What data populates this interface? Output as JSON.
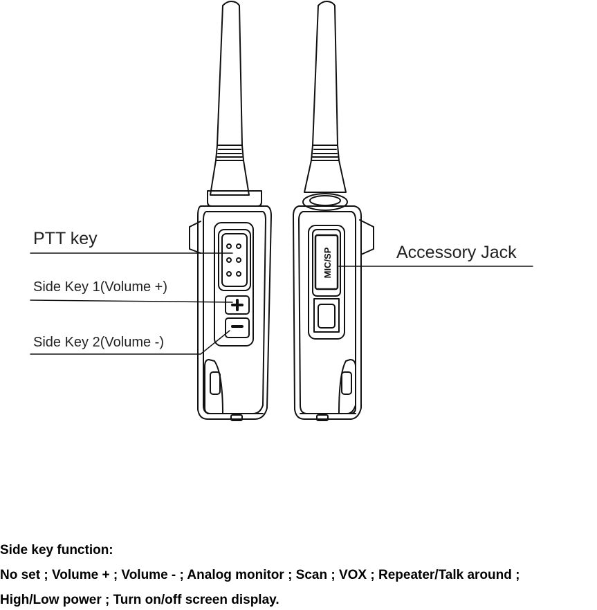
{
  "figure": {
    "labels": {
      "ptt_key": "PTT key",
      "side_key_1": "Side Key 1(Volume +)",
      "side_key_2": "Side Key 2(Volume -)",
      "accessory_jack": "Accessory Jack",
      "mic_sp": "MIC/SP"
    }
  },
  "caption": {
    "heading": "Side key function:",
    "line1": "No set ; Volume + ; Volume - ; Analog monitor ; Scan ; VOX ; Repeater/Talk around ;",
    "line2": "High/Low power ; Turn on/off screen display."
  }
}
